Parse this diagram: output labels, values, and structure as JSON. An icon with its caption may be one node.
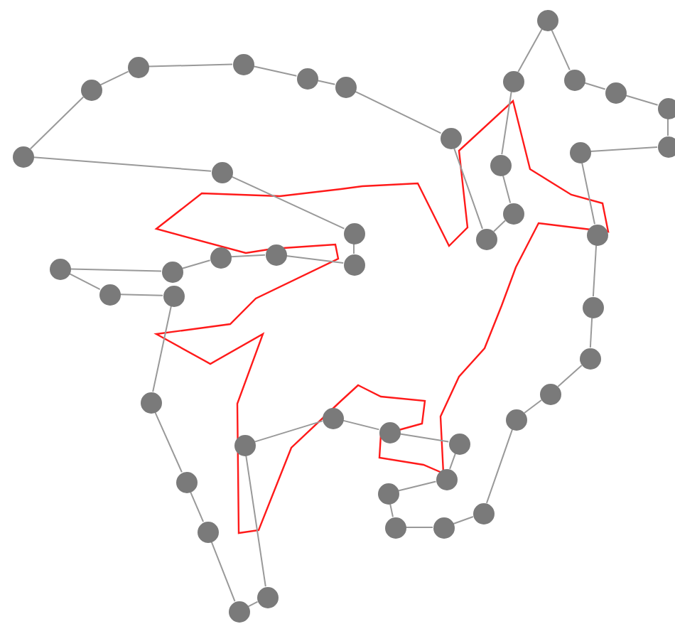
{
  "diagram": {
    "nodes": [
      {
        "text": [],
        "shape": "circle"
      },
      {
        "text": [],
        "shape": "circle"
      },
      {
        "text": [],
        "shape": "circle"
      },
      {
        "text": [],
        "shape": "circle"
      },
      {
        "text": [],
        "shape": "circle"
      },
      {
        "text": [],
        "shape": "circle"
      },
      {
        "text": [],
        "shape": "circle"
      },
      {
        "text": [],
        "shape": "circle"
      },
      {
        "text": [],
        "shape": "circle"
      },
      {
        "text": [],
        "shape": "circle"
      },
      {
        "text": [],
        "shape": "circle"
      },
      {
        "text": [],
        "shape": "circle"
      },
      {
        "text": [],
        "shape": "circle"
      },
      {
        "text": [],
        "shape": "circle"
      },
      {
        "text": [],
        "shape": "circle"
      },
      {
        "text": [],
        "shape": "circle"
      },
      {
        "text": [],
        "shape": "circle"
      },
      {
        "text": [],
        "shape": "circle"
      },
      {
        "text": [],
        "shape": "circle"
      },
      {
        "text": [],
        "shape": "circle"
      },
      {
        "text": [],
        "shape": "circle"
      },
      {
        "text": [],
        "shape": "circle"
      },
      {
        "text": [],
        "shape": "circle"
      },
      {
        "text": [],
        "shape": "circle"
      },
      {
        "text": [],
        "shape": "circle"
      },
      {
        "text": [],
        "shape": "circle"
      },
      {
        "text": [],
        "shape": "circle"
      },
      {
        "text": [],
        "shape": "circle"
      },
      {
        "text": [],
        "shape": "circle"
      },
      {
        "text": [],
        "shape": "circle"
      },
      {
        "text": [],
        "shape": "circle"
      },
      {
        "text": [],
        "shape": "circle"
      },
      {
        "text": [],
        "shape": "circle"
      },
      {
        "text": [],
        "shape": "circle"
      },
      {
        "text": [],
        "shape": "circle"
      },
      {
        "text": [],
        "shape": "circle"
      },
      {
        "text": [],
        "shape": "circle"
      },
      {
        "text": [],
        "shape": "circle"
      },
      {
        "text": [],
        "shape": "circle"
      },
      {
        "text": [],
        "shape": "circle"
      },
      {
        "text": [],
        "shape": "circle"
      },
      {
        "text": [],
        "shape": "circle"
      },
      {
        "text": [],
        "shape": "circle"
      },
      {
        "text": [],
        "shape": "circle"
      },
      {
        "text": [],
        "shape": "circle"
      }
    ],
    "edges": [
      {
        "from": 0,
        "to": 1,
        "arrow": "none"
      },
      {
        "from": 1,
        "to": 2,
        "arrow": "none"
      },
      {
        "from": 2,
        "to": 3,
        "arrow": "none"
      },
      {
        "from": 3,
        "to": 4,
        "arrow": "none"
      },
      {
        "from": 4,
        "to": 5,
        "arrow": "none"
      },
      {
        "from": 5,
        "to": 6,
        "arrow": "none"
      },
      {
        "from": 6,
        "to": 7,
        "arrow": "none"
      },
      {
        "from": 7,
        "to": 8,
        "arrow": "none"
      },
      {
        "from": 8,
        "to": 9,
        "arrow": "none"
      },
      {
        "from": 9,
        "to": 10,
        "arrow": "none"
      },
      {
        "from": 10,
        "to": 11,
        "arrow": "none"
      },
      {
        "from": 11,
        "to": 12,
        "arrow": "none"
      },
      {
        "from": 12,
        "to": 13,
        "arrow": "none"
      },
      {
        "from": 13,
        "to": 14,
        "arrow": "none"
      },
      {
        "from": 14,
        "to": 15,
        "arrow": "none"
      },
      {
        "from": 15,
        "to": 16,
        "arrow": "none"
      },
      {
        "from": 16,
        "to": 17,
        "arrow": "none"
      },
      {
        "from": 17,
        "to": 18,
        "arrow": "none"
      },
      {
        "from": 18,
        "to": 19,
        "arrow": "none"
      },
      {
        "from": 19,
        "to": 20,
        "arrow": "none"
      },
      {
        "from": 20,
        "to": 21,
        "arrow": "none"
      },
      {
        "from": 21,
        "to": 22,
        "arrow": "none"
      },
      {
        "from": 22,
        "to": 23,
        "arrow": "none"
      },
      {
        "from": 23,
        "to": 24,
        "arrow": "none"
      },
      {
        "from": 24,
        "to": 25,
        "arrow": "none"
      },
      {
        "from": 25,
        "to": 26,
        "arrow": "none"
      },
      {
        "from": 26,
        "to": 27,
        "arrow": "none"
      },
      {
        "from": 27,
        "to": 28,
        "arrow": "none"
      },
      {
        "from": 28,
        "to": 29,
        "arrow": "none"
      },
      {
        "from": 29,
        "to": 30,
        "arrow": "none"
      },
      {
        "from": 30,
        "to": 31,
        "arrow": "none"
      },
      {
        "from": 31,
        "to": 32,
        "arrow": "none"
      },
      {
        "from": 32,
        "to": 33,
        "arrow": "none"
      },
      {
        "from": 33,
        "to": 34,
        "arrow": "none"
      },
      {
        "from": 34,
        "to": 35,
        "arrow": "none"
      },
      {
        "from": 35,
        "to": 36,
        "arrow": "none"
      },
      {
        "from": 36,
        "to": 37,
        "arrow": "none"
      },
      {
        "from": 37,
        "to": 38,
        "arrow": "none"
      },
      {
        "from": 38,
        "to": 39,
        "arrow": "none"
      },
      {
        "from": 39,
        "to": 40,
        "arrow": "none"
      },
      {
        "from": 40,
        "to": 41,
        "arrow": "none"
      },
      {
        "from": 41,
        "to": 42,
        "arrow": "none"
      },
      {
        "from": 42,
        "to": 43,
        "arrow": "none"
      },
      {
        "from": 43,
        "to": 44,
        "arrow": "none"
      },
      {
        "from": 44,
        "to": 0,
        "arrow": "none"
      }
    ]
  }
}
